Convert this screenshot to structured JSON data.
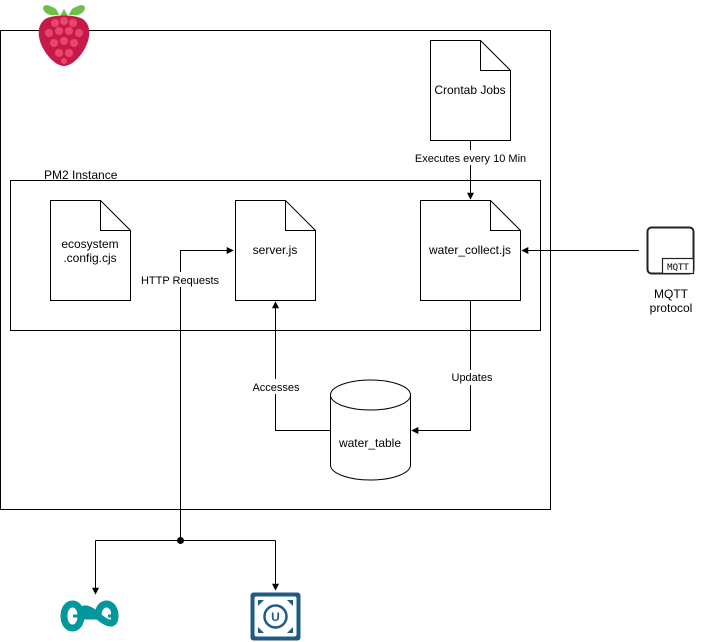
{
  "containers": {
    "pi_host": {
      "icon": "raspberry-pi-logo-icon"
    },
    "pm2_instance": {
      "label": "PM2 Instance"
    }
  },
  "nodes": {
    "crontab_jobs": {
      "label": "Crontab Jobs",
      "shape": "document"
    },
    "ecosystem_config": {
      "label_line1": "ecosystem",
      "label_line2": ".config.cjs",
      "shape": "document"
    },
    "server_js": {
      "label": "server.js",
      "shape": "document"
    },
    "water_collect_js": {
      "label": "water_collect.js",
      "shape": "document"
    },
    "water_table": {
      "label": "water_table",
      "shape": "database"
    },
    "mqtt": {
      "icon_text": "MQTT",
      "label_line1": "MQTT",
      "label_line2": "protocol",
      "icon": "mqtt-broker-icon"
    },
    "arduino": {
      "icon": "arduino-logo-icon",
      "color": "#00979D"
    },
    "unity": {
      "icon": "device-u-icon",
      "color": "#1F5C85"
    }
  },
  "edges": [
    {
      "id": "cron-to-collect",
      "from": "crontab_jobs",
      "to": "water_collect_js",
      "label": "Executes every 10 Min"
    },
    {
      "id": "mqtt-to-collect",
      "from": "mqtt",
      "to": "water_collect_js",
      "label": ""
    },
    {
      "id": "collect-to-table",
      "from": "water_collect_js",
      "to": "water_table",
      "label": "Updates"
    },
    {
      "id": "table-to-server",
      "from": "water_table",
      "to": "server_js",
      "label": "Accesses"
    },
    {
      "id": "http-requests",
      "from": "external_devices",
      "to": "server_js",
      "label": "HTTP Requests"
    }
  ],
  "colors": {
    "stroke": "#000000",
    "background": "#ffffff",
    "raspberry_red": "#C51A4A",
    "raspberry_leaf": "#6CC04A"
  }
}
